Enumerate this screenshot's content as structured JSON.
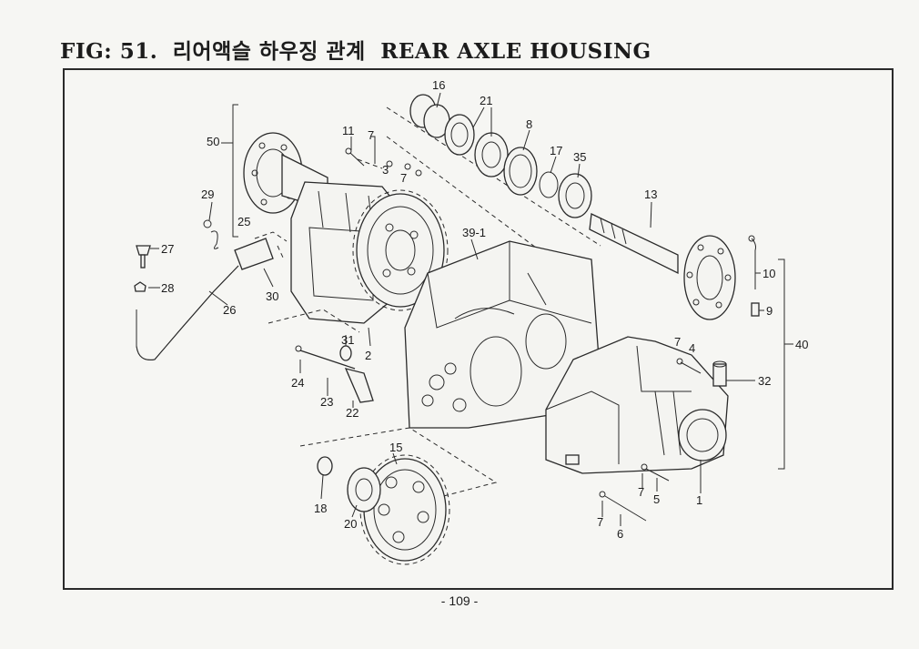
{
  "header": {
    "fig_label": "FIG: 51.",
    "title_korean": "리어액슬 하우징 관계",
    "title_english": "REAR AXLE HOUSING"
  },
  "callouts": {
    "c1": "1",
    "c2": "2",
    "c3": "3",
    "c4": "4",
    "c5": "5",
    "c6": "6",
    "c7a": "7",
    "c7b": "7",
    "c7c": "7",
    "c7d": "7",
    "c8": "8",
    "c9": "9",
    "c10": "10",
    "c11": "11",
    "c13": "13",
    "c15": "15",
    "c16": "16",
    "c17": "17",
    "c18": "18",
    "c20": "20",
    "c21": "21",
    "c22": "22",
    "c23": "23",
    "c24": "24",
    "c25": "25",
    "c26": "26",
    "c27": "27",
    "c28": "28",
    "c29": "29",
    "c30": "30",
    "c31": "31",
    "c32": "32",
    "c35": "35",
    "c391": "39-1",
    "c40": "40",
    "c50": "50"
  },
  "footer": {
    "page_number": "- 109 -"
  }
}
